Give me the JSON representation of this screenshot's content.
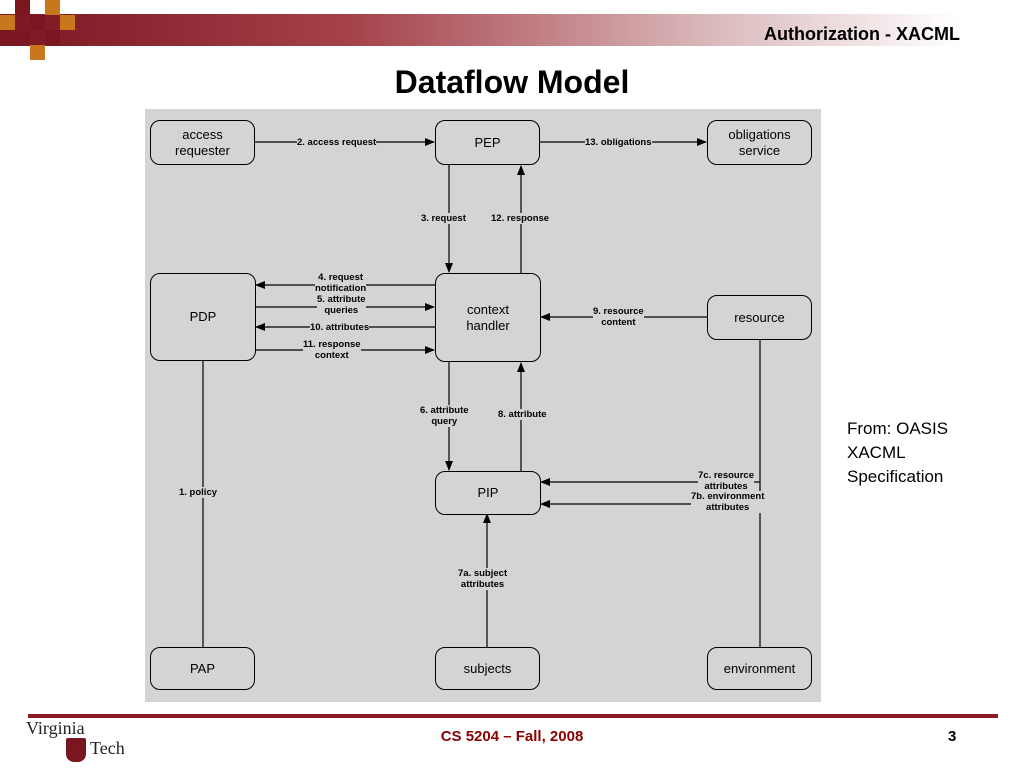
{
  "header": {
    "title": "Authorization - XACML"
  },
  "slide": {
    "title": "Dataflow Model"
  },
  "diagram": {
    "nodes": {
      "access_requester": "access\nrequester",
      "pep": "PEP",
      "obligations_service": "obligations\nservice",
      "pdp": "PDP",
      "context_handler": "context\nhandler",
      "resource": "resource",
      "pip": "PIP",
      "pap": "PAP",
      "subjects": "subjects",
      "environment": "environment"
    },
    "edges": {
      "e1": "1. policy",
      "e2": "2. access request",
      "e3": "3. request",
      "e4": "4. request\nnotification",
      "e5": "5. attribute\nqueries",
      "e6": "6. attribute\nquery",
      "e7a": "7a. subject\nattributes",
      "e7b": "7b. environment\nattributes",
      "e7c": "7c. resource\nattributes",
      "e8": "8. attribute",
      "e9": "9. resource\ncontent",
      "e10": "10. attributes",
      "e11": "11. response\ncontext",
      "e12": "12. response",
      "e13": "13. obligations"
    }
  },
  "source_note": "From: OASIS\nXACML\nSpecification",
  "footer": {
    "course": "CS 5204 – Fall, 2008",
    "page": "3",
    "logo_top": "Virginia",
    "logo_bottom": "Tech"
  },
  "colors": {
    "maroon": "#7a1620",
    "orange": "#c8771c",
    "diagram_bg": "#d4d4d4"
  }
}
